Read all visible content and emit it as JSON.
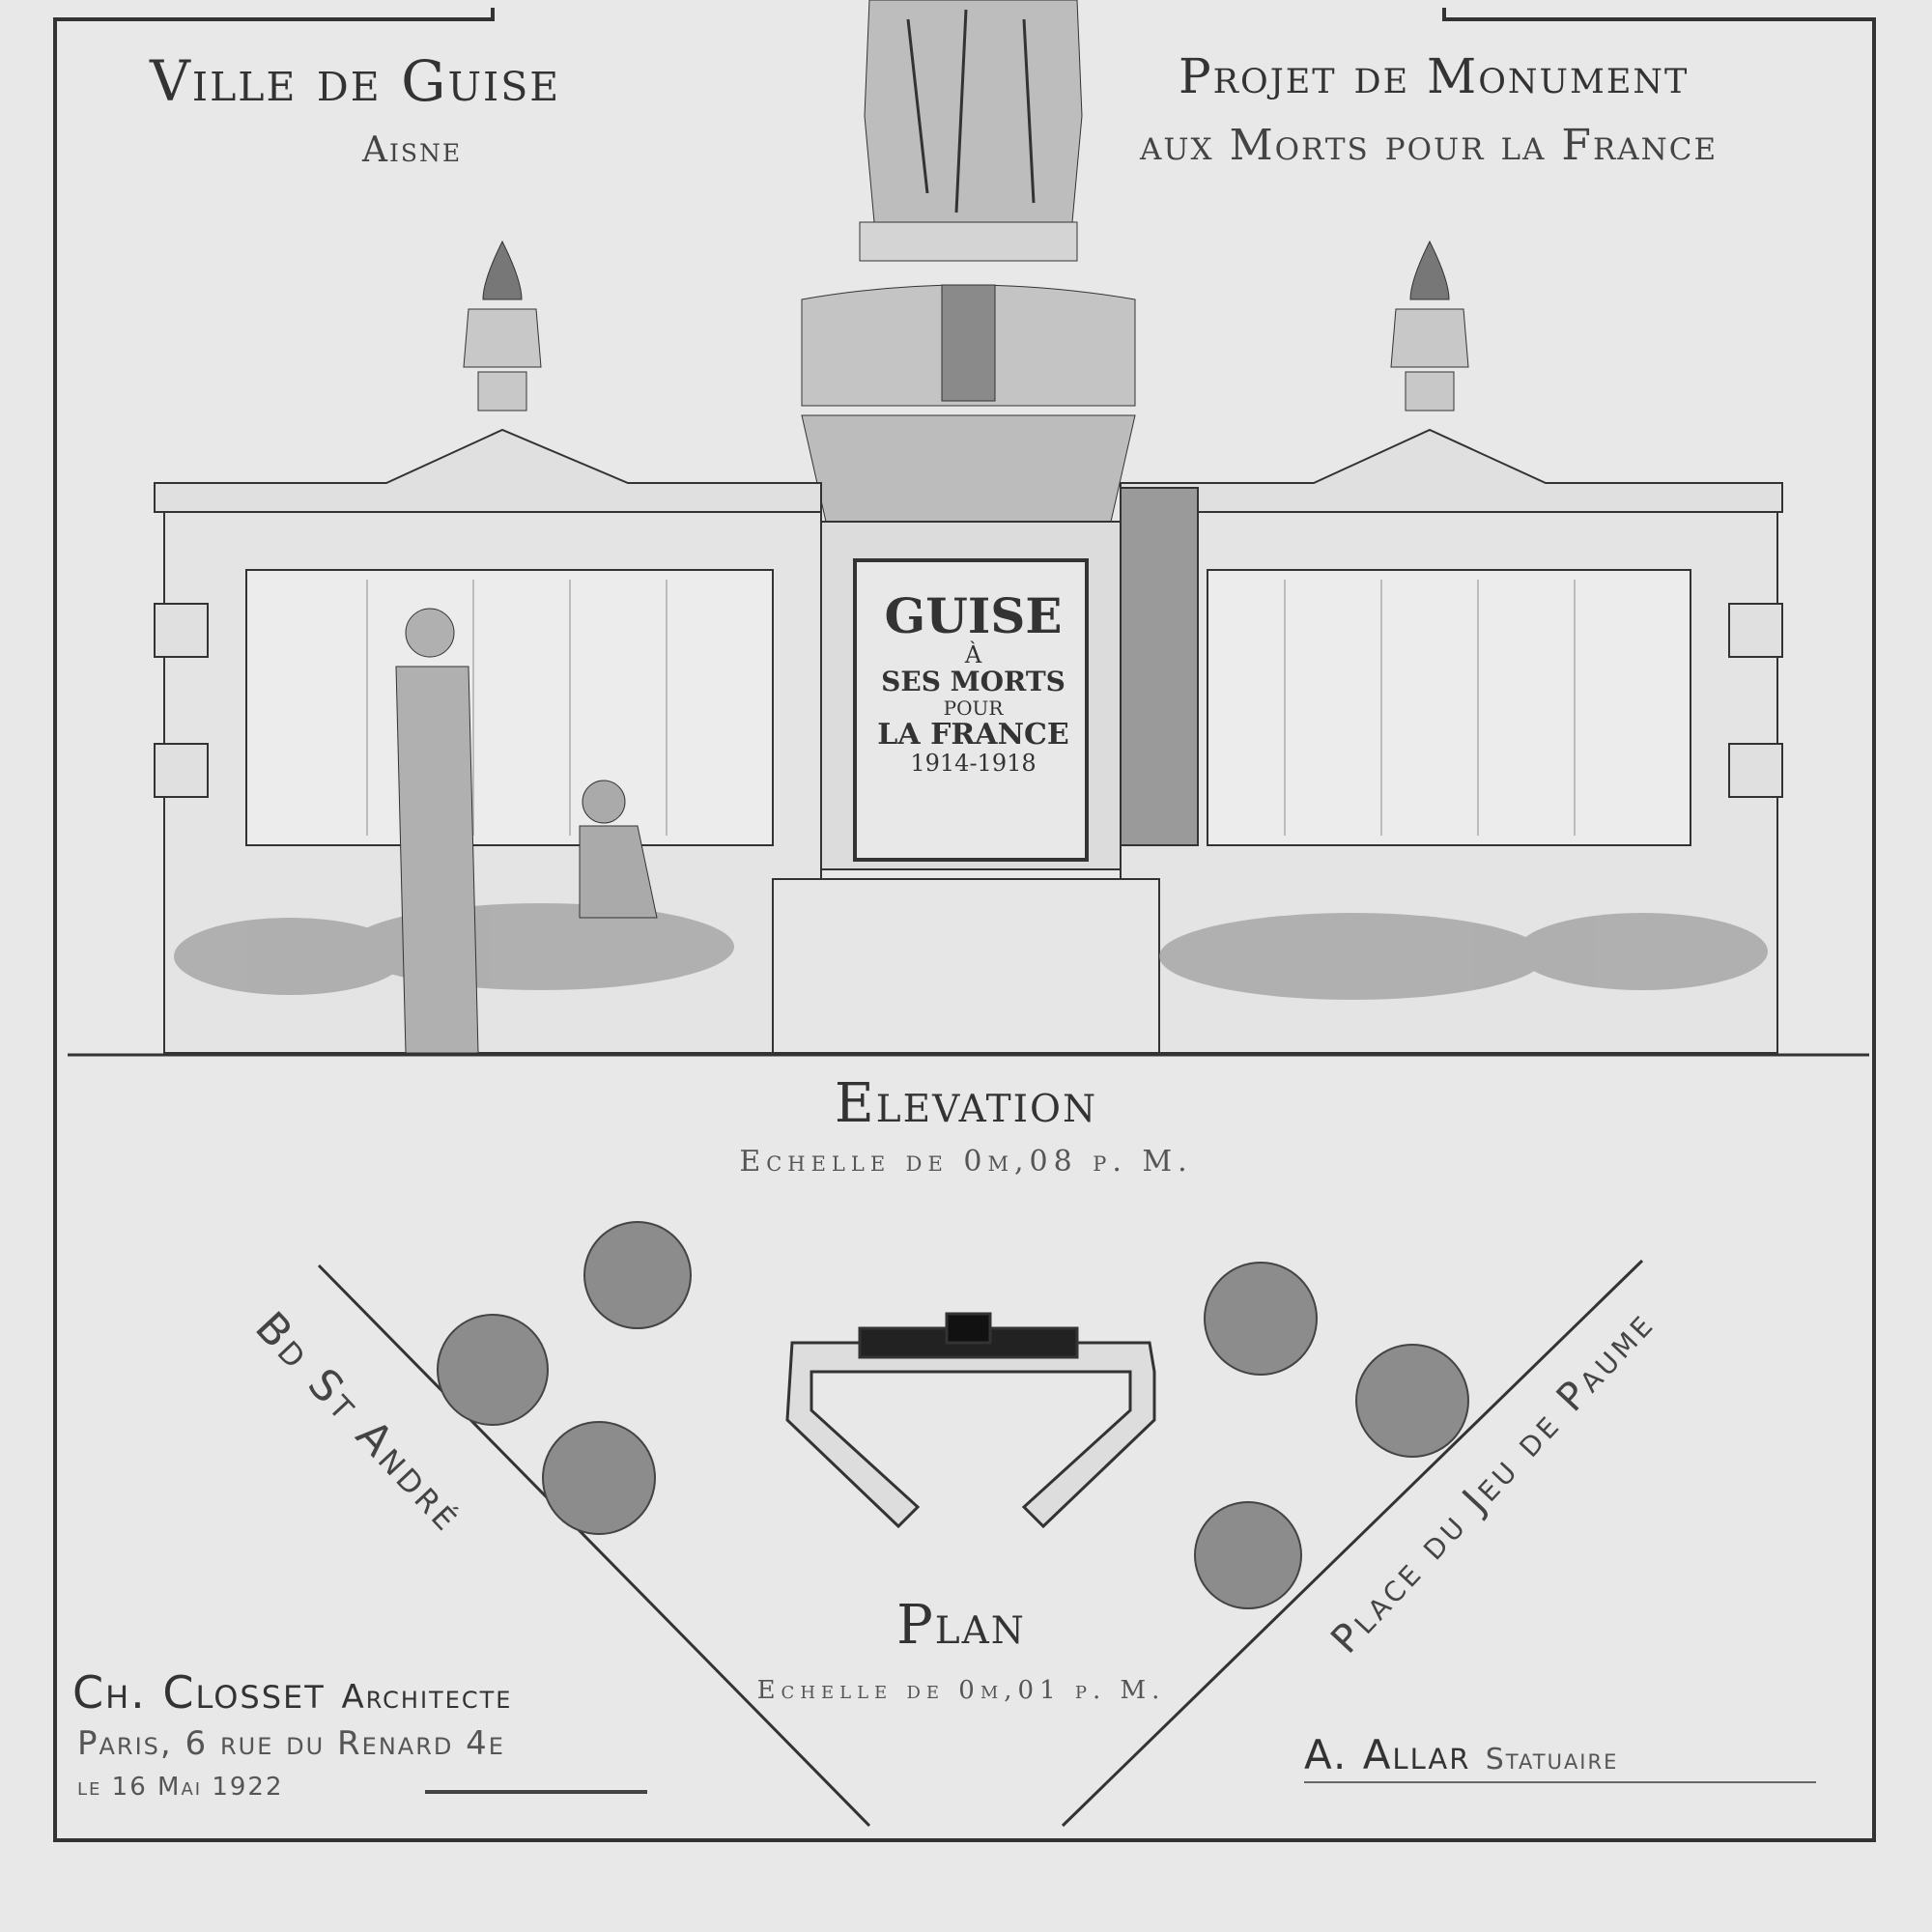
{
  "header": {
    "town": "Ville de Guise",
    "department": "Aisne",
    "project_line1": "Projet de Monument",
    "project_line2": "aux Morts pour la France"
  },
  "tablet": {
    "line1": "GUISE",
    "line2": "À",
    "line3": "SES MORTS",
    "line4": "POUR",
    "line5": "LA FRANCE",
    "line6": "1914-1918"
  },
  "elevation": {
    "title": "Elevation",
    "scale": "Echelle de 0m,08 p. M."
  },
  "plan": {
    "title": "Plan",
    "scale": "Echelle de 0m,01 p. M.",
    "road_left": "Bd St André",
    "road_right": "Place du Jeu de Paume"
  },
  "architect": {
    "name": "Ch. Closset",
    "role": "Architecte",
    "address": "Paris, 6 rue du Renard 4e",
    "date": "le 16 Mai 1922"
  },
  "sculptor": {
    "name": "A. Allar",
    "role": "Statuaire"
  }
}
